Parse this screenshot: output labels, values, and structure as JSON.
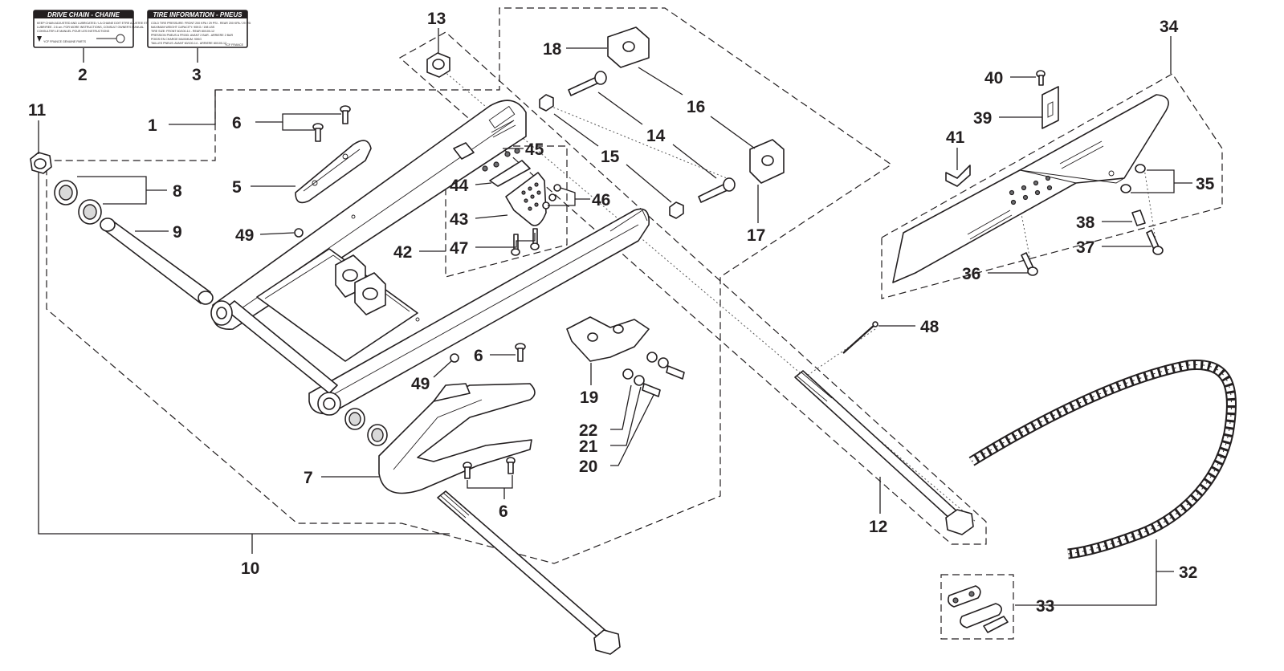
{
  "labels": {
    "drive_chain": {
      "title": "DRIVE CHAIN - CHAINE",
      "lines": [
        "KEEP CHAIN ADJUSTED AND LUBRICATED / LA CHAINE DOIT ETRE AJUSTEE ET",
        "LUBRIFIEE. 2.6 cm. FOR MORE INSTRUCTIONS, CONSULT OWNER'S MANUAL",
        "CONSULTER LE MANUEL POUR LES INSTRUCTIONS"
      ],
      "brand": "YCF FRANCE GENUINE PARTS"
    },
    "tire_info": {
      "title": "TIRE INFORMATION - PNEUS",
      "lines": [
        "COLD TIRE PRESSURE: FRONT 200 KPA / 29 PSI - REAR 200 KPA / 29 PSI",
        "MAXIMUM WEIGHT CAPACITY: 90KG / 198 LBS",
        "TIRE SIZE: FRONT 60/100-14 - REAR 80/100-12",
        "PRESSION PNEUS A FROID: AVANT 2 BAR - ARRIERE 2 BAR",
        "POIDS EN CHARGE MAXIMUM: 90KG",
        "TAILLES PNEUS: AVANT 60/100-14 - ARRIERE 80/100-12"
      ],
      "brand": "YCF FRANCE"
    }
  },
  "callouts": [
    {
      "id": "1",
      "text": "1"
    },
    {
      "id": "2",
      "text": "2"
    },
    {
      "id": "3",
      "text": "3"
    },
    {
      "id": "5",
      "text": "5"
    },
    {
      "id": "6a",
      "text": "6"
    },
    {
      "id": "6b",
      "text": "6"
    },
    {
      "id": "6c",
      "text": "6"
    },
    {
      "id": "7",
      "text": "7"
    },
    {
      "id": "8",
      "text": "8"
    },
    {
      "id": "9",
      "text": "9"
    },
    {
      "id": "10",
      "text": "10"
    },
    {
      "id": "11",
      "text": "11"
    },
    {
      "id": "12",
      "text": "12"
    },
    {
      "id": "13",
      "text": "13"
    },
    {
      "id": "14",
      "text": "14"
    },
    {
      "id": "15",
      "text": "15"
    },
    {
      "id": "16",
      "text": "16"
    },
    {
      "id": "17",
      "text": "17"
    },
    {
      "id": "18",
      "text": "18"
    },
    {
      "id": "19",
      "text": "19"
    },
    {
      "id": "20",
      "text": "20"
    },
    {
      "id": "21",
      "text": "21"
    },
    {
      "id": "22",
      "text": "22"
    },
    {
      "id": "32",
      "text": "32"
    },
    {
      "id": "33",
      "text": "33"
    },
    {
      "id": "34",
      "text": "34"
    },
    {
      "id": "35",
      "text": "35"
    },
    {
      "id": "36",
      "text": "36"
    },
    {
      "id": "37",
      "text": "37"
    },
    {
      "id": "38",
      "text": "38"
    },
    {
      "id": "39",
      "text": "39"
    },
    {
      "id": "40",
      "text": "40"
    },
    {
      "id": "41",
      "text": "41"
    },
    {
      "id": "42",
      "text": "42"
    },
    {
      "id": "43",
      "text": "43"
    },
    {
      "id": "44",
      "text": "44"
    },
    {
      "id": "45",
      "text": "45"
    },
    {
      "id": "46",
      "text": "46"
    },
    {
      "id": "47",
      "text": "47"
    },
    {
      "id": "48",
      "text": "48"
    },
    {
      "id": "49a",
      "text": "49"
    },
    {
      "id": "49b",
      "text": "49"
    }
  ],
  "colors": {
    "ink": "#231f20",
    "label_header": "#231f20",
    "paper": "#ffffff"
  }
}
